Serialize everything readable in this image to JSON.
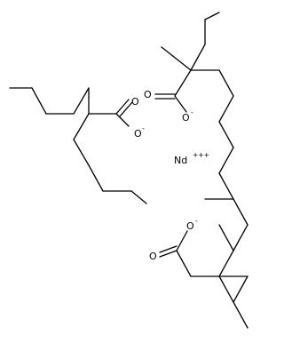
{
  "figure": {
    "type": "chemical-structure",
    "atoms": {
      "o1": "O",
      "o1_charge": "-",
      "o2": "O",
      "o2_charge": "-",
      "o3": "O",
      "o3_charge": "-",
      "o4": "O",
      "o5": "O",
      "o6": "O",
      "metal": "Nd",
      "metal_charge": "+++"
    }
  }
}
